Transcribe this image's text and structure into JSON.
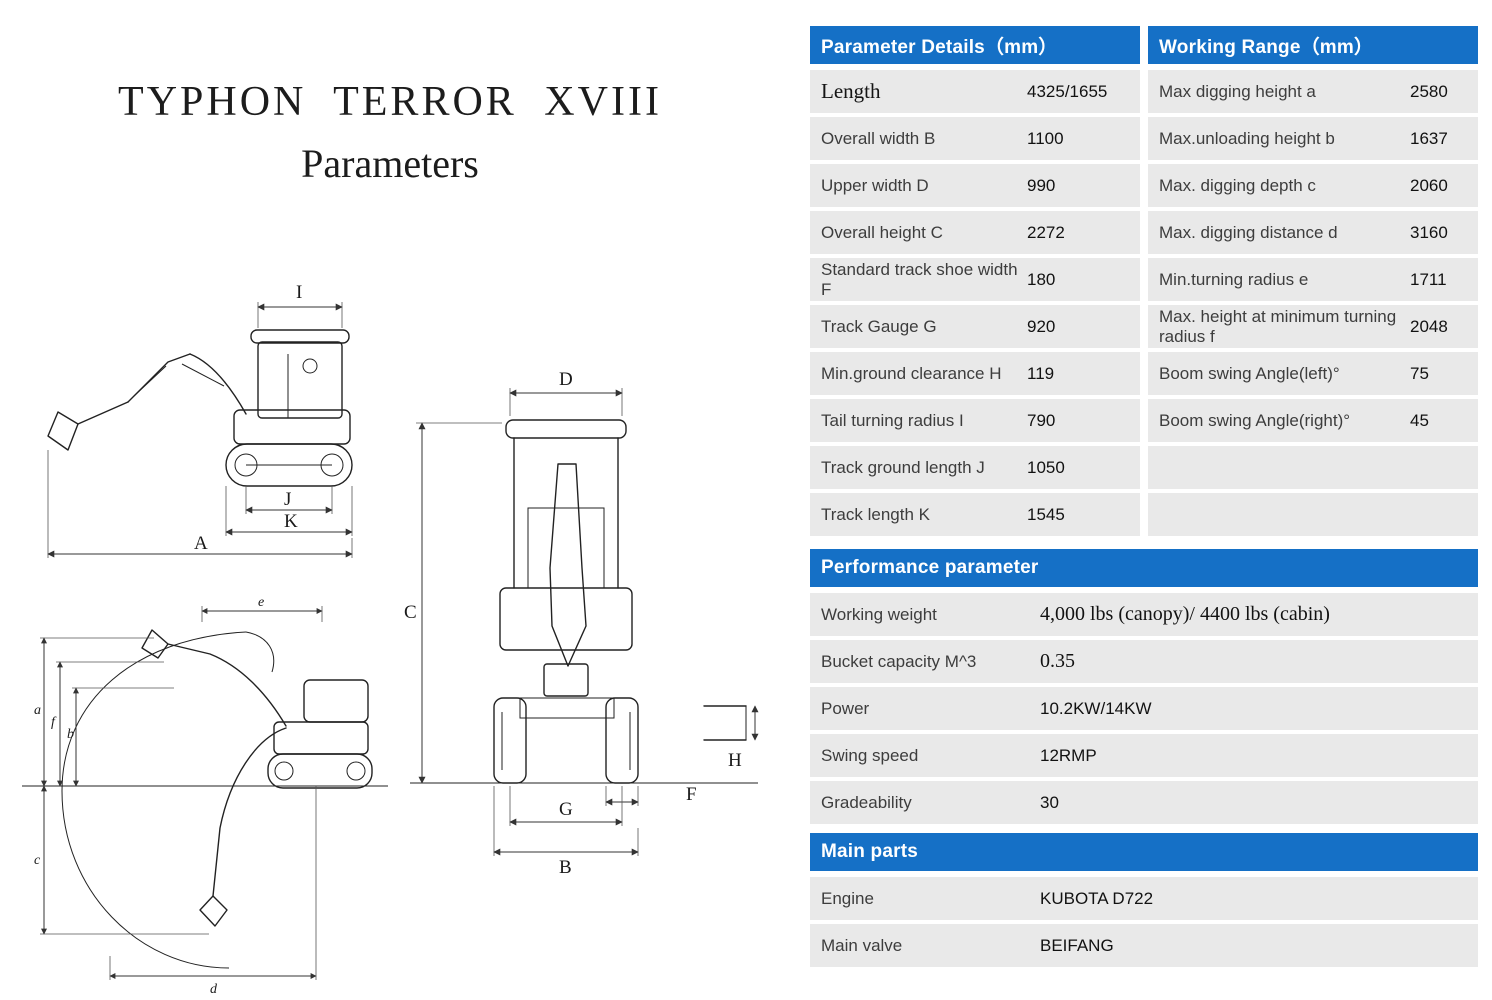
{
  "title": {
    "line1": "TYPHON TERROR XVIII",
    "line2": "Parameters"
  },
  "colors": {
    "header_blue": "#1570C6",
    "row_gray": "#E9E9E9"
  },
  "tables": {
    "parameter_details": {
      "header": "Parameter Details（mm）",
      "rows": [
        {
          "label": "Length",
          "value": "4325/1655"
        },
        {
          "label": "Overall width B",
          "value": "1100"
        },
        {
          "label": "Upper width D",
          "value": "990"
        },
        {
          "label": "Overall height C",
          "value": "2272"
        },
        {
          "label": "Standard track shoe width F",
          "value": "180"
        },
        {
          "label": "Track Gauge G",
          "value": "920"
        },
        {
          "label": "Min.ground clearance H",
          "value": "119"
        },
        {
          "label": "Tail turning radius I",
          "value": "790"
        },
        {
          "label": "Track ground length J",
          "value": "1050"
        },
        {
          "label": "Track length K",
          "value": "1545"
        }
      ]
    },
    "working_range": {
      "header": "Working Range（mm）",
      "rows": [
        {
          "label": "Max digging height a",
          "value": "2580"
        },
        {
          "label": "Max.unloading height b",
          "value": "1637"
        },
        {
          "label": "Max. digging depth c",
          "value": "2060"
        },
        {
          "label": "Max. digging distance d",
          "value": "3160"
        },
        {
          "label": "Min.turning radius e",
          "value": "1711"
        },
        {
          "label": "Max. height at minimum turning radius f",
          "value": "2048"
        },
        {
          "label": "Boom swing Angle(left)°",
          "value": "75"
        },
        {
          "label": "Boom swing Angle(right)°",
          "value": "45"
        },
        {
          "label": "",
          "value": ""
        },
        {
          "label": "",
          "value": ""
        }
      ]
    },
    "performance": {
      "header": "Performance parameter",
      "rows": [
        {
          "label": "Working weight",
          "value": "4,000 lbs (canopy)/ 4400 lbs (cabin)"
        },
        {
          "label": "Bucket capacity M^3",
          "value": "0.35"
        },
        {
          "label": "Power",
          "value": "10.2KW/14KW"
        },
        {
          "label": "Swing speed",
          "value": "12RMP"
        },
        {
          "label": "Gradeability",
          "value": "30"
        }
      ]
    },
    "main_parts": {
      "header": "Main parts",
      "rows": [
        {
          "label": "Engine",
          "value": "KUBOTA D722"
        },
        {
          "label": "Main valve",
          "value": "BEIFANG"
        }
      ]
    }
  },
  "diagrams": {
    "side_view": {
      "labels": {
        "i": "I",
        "j": "J",
        "k": "K",
        "a": "A"
      }
    },
    "front_view": {
      "labels": {
        "d": "D",
        "c": "C",
        "g": "G",
        "b": "B",
        "f": "F",
        "h": "H"
      }
    },
    "working_range_view": {
      "labels": {
        "e": "e",
        "a": "a",
        "f": "f",
        "b": "b",
        "c": "c",
        "d": "d"
      }
    }
  }
}
